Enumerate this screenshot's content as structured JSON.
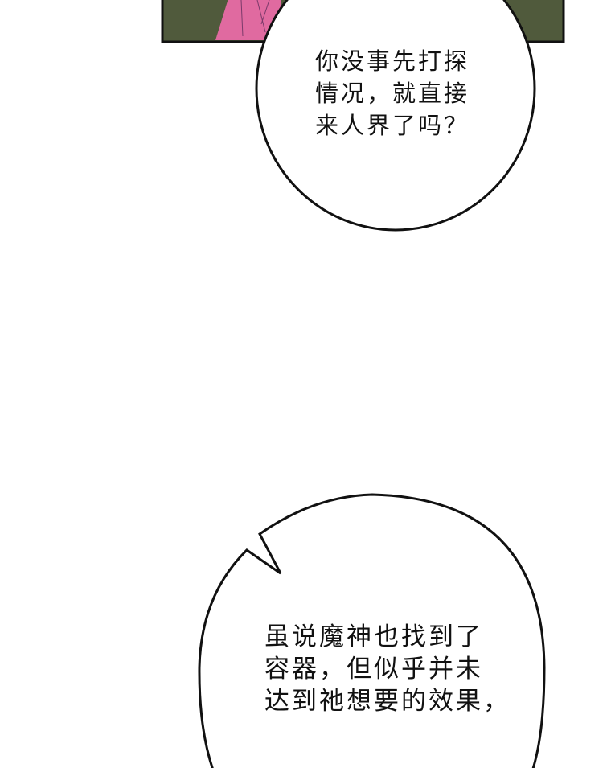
{
  "panel": {
    "colors": {
      "background": "#505a3c",
      "figure": "#e06aa0",
      "border": "#111111"
    }
  },
  "bubbles": [
    {
      "lines": [
        "你没事先打探",
        "情况，就直接",
        "来人界了吗？"
      ]
    },
    {
      "lines": [
        "虽说魔神也找到了",
        "容器，但似乎并未",
        "达到祂想要的效果，"
      ]
    }
  ]
}
